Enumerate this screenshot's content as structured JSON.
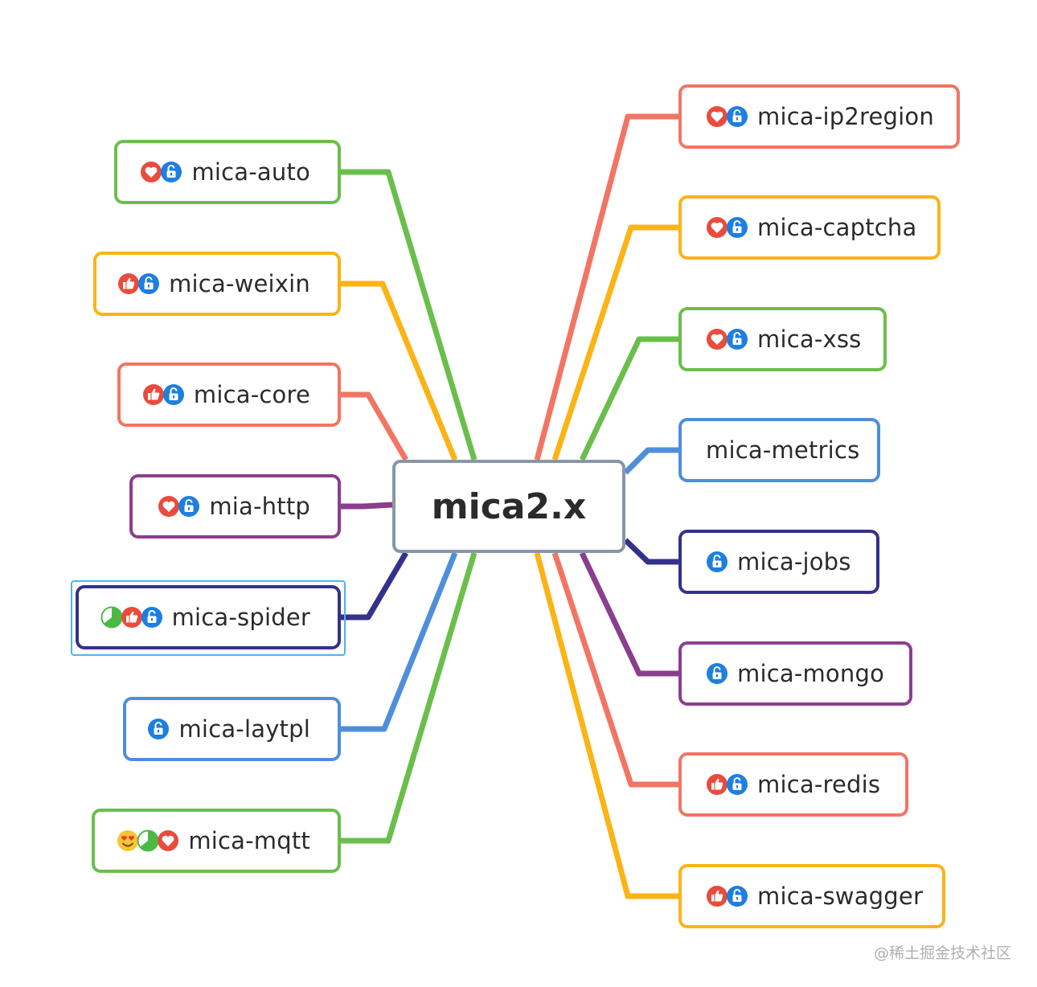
{
  "root": {
    "label": "mica2.x"
  },
  "left": [
    {
      "label": "mica-auto",
      "color": "#6abf4b",
      "icons": [
        "heart-icon",
        "unlock-icon"
      ]
    },
    {
      "label": "mica-weixin",
      "color": "#fbb316",
      "icons": [
        "thumbs-up-icon",
        "unlock-icon"
      ]
    },
    {
      "label": "mica-core",
      "color": "#f27563",
      "icons": [
        "thumbs-up-icon",
        "unlock-icon"
      ]
    },
    {
      "label": "mia-http",
      "color": "#8b3e8d",
      "icons": [
        "heart-icon",
        "unlock-icon"
      ]
    },
    {
      "label": "mica-spider",
      "color": "#34318b",
      "icons": [
        "pie-progress-icon",
        "thumbs-up-icon",
        "unlock-icon"
      ],
      "selected": true
    },
    {
      "label": "mica-laytpl",
      "color": "#4f8edb",
      "icons": [
        "unlock-icon"
      ]
    },
    {
      "label": "mica-mqtt",
      "color": "#6abf4b",
      "icons": [
        "heart-eyes-emoji-icon",
        "pie-progress-icon",
        "heart-icon"
      ]
    }
  ],
  "right": [
    {
      "label": "mica-ip2region",
      "color": "#f27563",
      "icons": [
        "heart-icon",
        "unlock-icon"
      ]
    },
    {
      "label": "mica-captcha",
      "color": "#fbb316",
      "icons": [
        "heart-icon",
        "unlock-icon"
      ]
    },
    {
      "label": "mica-xss",
      "color": "#6abf4b",
      "icons": [
        "heart-icon",
        "unlock-icon"
      ]
    },
    {
      "label": "mica-metrics",
      "color": "#4f8edb",
      "icons": []
    },
    {
      "label": "mica-jobs",
      "color": "#34318b",
      "icons": [
        "unlock-icon"
      ]
    },
    {
      "label": "mica-mongo",
      "color": "#8b3e8d",
      "icons": [
        "unlock-icon"
      ]
    },
    {
      "label": "mica-redis",
      "color": "#f27563",
      "icons": [
        "thumbs-up-icon",
        "unlock-icon"
      ]
    },
    {
      "label": "mica-swagger",
      "color": "#fbb316",
      "icons": [
        "thumbs-up-icon",
        "unlock-icon"
      ]
    }
  ],
  "watermark": "@稀土掘金技术社区"
}
